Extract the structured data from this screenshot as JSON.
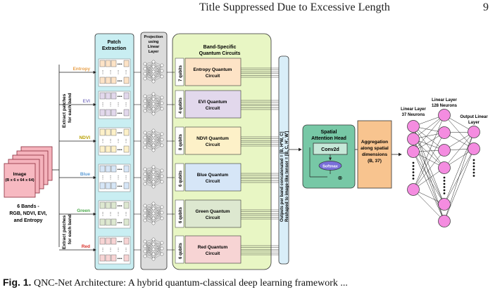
{
  "header": {
    "title": "Title Suppressed Due to Excessive Length",
    "page_number": "9"
  },
  "input": {
    "image_label": [
      "Image",
      "(B x 6 x 64 x 64)"
    ],
    "bands_label": [
      "6 Bands -",
      "RGB, NDVI, EVI,",
      "and Entropy"
    ]
  },
  "extract_label": [
    "Extract patches",
    "for each band"
  ],
  "patch_title": [
    "Patch",
    "Extraction"
  ],
  "projection_title": [
    "Projection",
    "using",
    "Linear",
    "Layer"
  ],
  "quantum_title": [
    "Band-Specific",
    "Quantum Circuits"
  ],
  "bands": [
    {
      "name": "Entropy",
      "qubits": "7 qubits",
      "circuit": [
        "Entropy Quantum",
        "Circuit"
      ],
      "color": "#e8a04a",
      "fill": "#fde3c6"
    },
    {
      "name": "EVI",
      "qubits": "4 qubits",
      "circuit": [
        "EVI Quantum",
        "Circuit"
      ],
      "color": "#8a82c8",
      "fill": "#e2d8ec"
    },
    {
      "name": "NDVI",
      "qubits": "8 qubits",
      "circuit": [
        "NDVI Quantum",
        "Circuit"
      ],
      "color": "#b8a000",
      "fill": "#fdf1c8"
    },
    {
      "name": "Blue",
      "qubits": "6 qubits",
      "circuit": [
        "Blue Quantum",
        "Circuit"
      ],
      "color": "#5b9bd5",
      "fill": "#d6e6f7"
    },
    {
      "name": "Green",
      "qubits": "6 qubits",
      "circuit": [
        "Green Quantum",
        "Circuit"
      ],
      "color": "#4aa84a",
      "fill": "#dde8d0"
    },
    {
      "name": "Red",
      "qubits": "6 qubits",
      "circuit": [
        "Red Quantum",
        "Circuit"
      ],
      "color": "#d9322c",
      "fill": "#f7d4d4"
    }
  ],
  "concat_label": [
    "Outputs per band concatenated = [B, H*W, C]",
    "Reshaped to image-like tensor = [B, C, H', W']"
  ],
  "attention": {
    "title": [
      "Spatial",
      "Attention Head"
    ],
    "conv": "Conv2d",
    "softmax": "Softmax",
    "multiply": "⊗"
  },
  "aggregation": [
    "Aggregation",
    "along spatial",
    "dimensions",
    "(B, 37)"
  ],
  "layers": [
    {
      "label": [
        "Linear Layer",
        "37 Neurons"
      ]
    },
    {
      "label": [
        "Linear Layer",
        "128 Neurons"
      ]
    },
    {
      "label": [
        "Output Linear",
        "Layer"
      ]
    }
  ],
  "caption": {
    "bold": "Fig. 1.",
    "rest": " QNC-Net Architecture: A hybrid quantum-classical deep learning framework ..."
  }
}
